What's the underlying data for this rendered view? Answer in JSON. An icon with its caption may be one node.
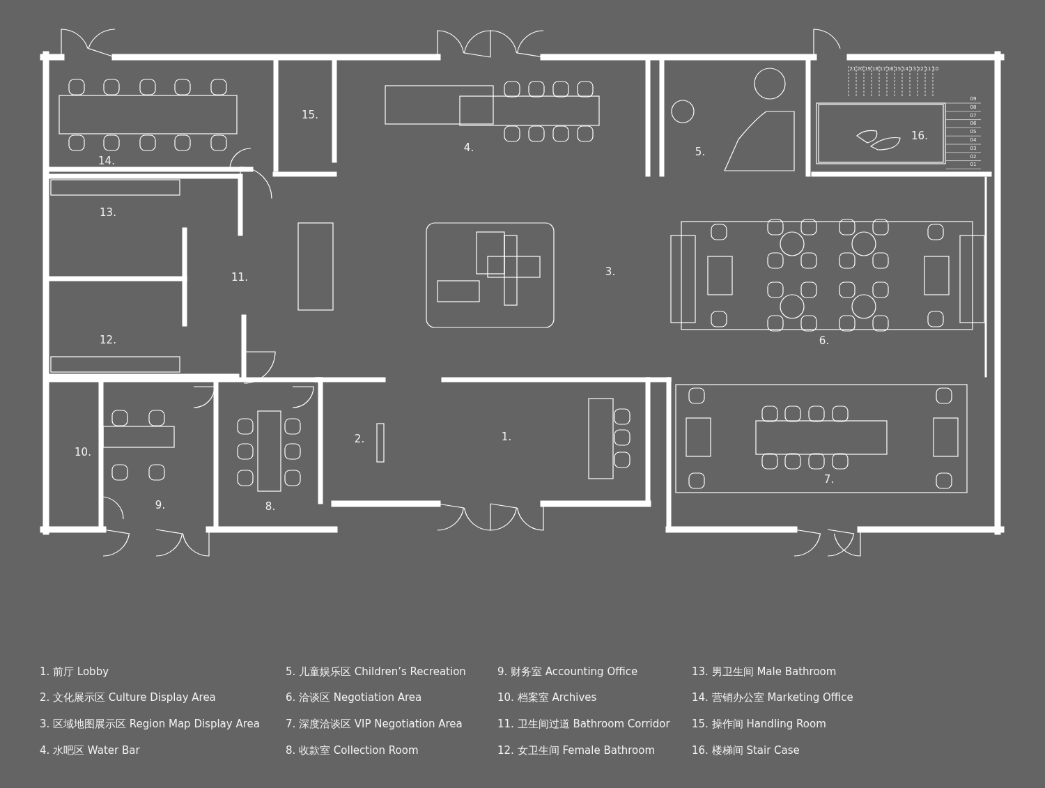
{
  "diagram": {
    "labels": [
      "15.",
      "16.",
      "4.",
      "5.",
      "14.",
      "13.",
      "3.",
      "11.",
      "12.",
      "6.",
      "2.",
      "1.",
      "10.",
      "7.",
      "9.",
      "8.",
      "21",
      "20",
      "19",
      "18",
      "17",
      "16",
      "15",
      "14",
      "13",
      "12",
      "11",
      "10",
      "09",
      "08",
      "07",
      "06",
      "05",
      "04",
      "03",
      "02",
      "01",
      "1. 前厅 Lobby",
      "2. 文化展示区 Culture Display Area",
      "3. 区域地图展示区 Region Map Display Area",
      "4. 水吧区 Water Bar",
      "5. 儿童娱乐区 Children’s Recreation",
      "6. 洽谈区 Negotiation Area",
      "7. 深度洽谈区 VIP Negotiation Area",
      "8. 收款室 Collection Room",
      "9. 财务室 Accounting Office",
      "10. 档案室 Archives",
      "11. 卫生间过道 Bathroom Corridor",
      "12. 女卫生间 Female Bathroom",
      "13. 男卫生间 Male Bathroom",
      "14. 营销办公室 Marketing Office",
      "15. 操作间 Handling Room",
      "16. 楼梯间 Stair Case"
    ]
  }
}
